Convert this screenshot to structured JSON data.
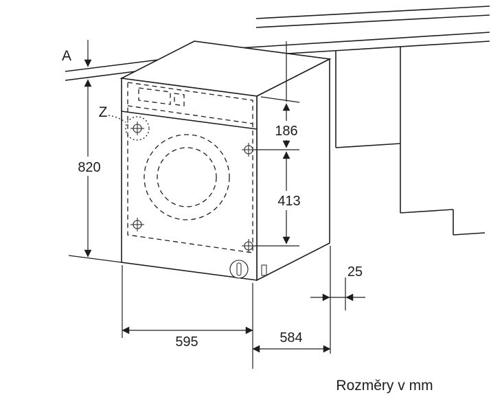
{
  "diagram": {
    "footer": "Rozměry v mm",
    "labels": {
      "worktop_ref": "A",
      "hinge_detail_ref": "Z",
      "height": "820",
      "top_to_upper_hinge": "186",
      "hinge_spacing": "413",
      "plinth_recess": "25",
      "width": "595",
      "depth": "584"
    },
    "colors": {
      "background": "#ffffff",
      "line": "#1d1d1b"
    }
  }
}
